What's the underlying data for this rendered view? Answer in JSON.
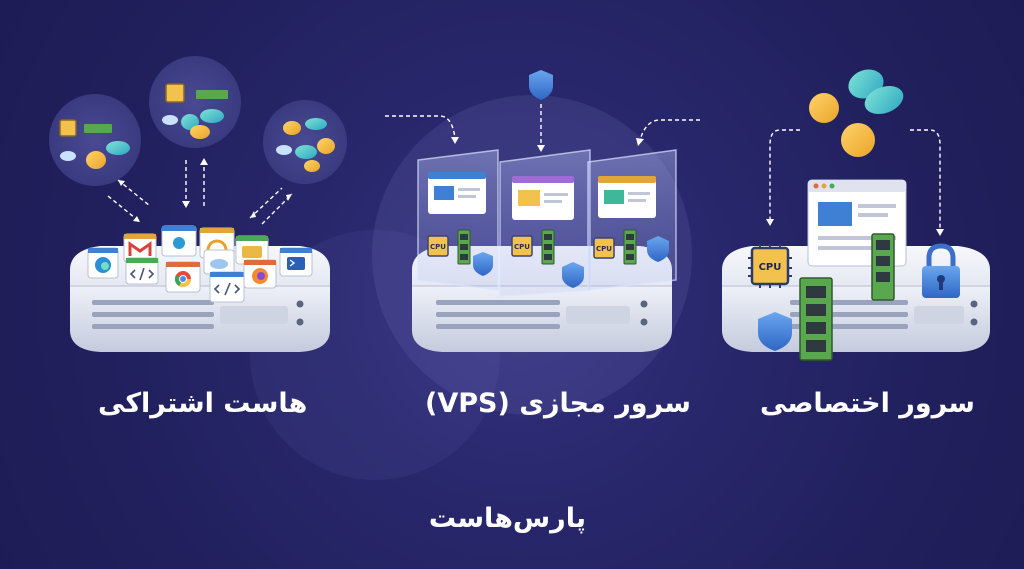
{
  "labels": {
    "shared": "هاست اشتراکی",
    "vps": "سرور مجازی (VPS)",
    "dedicated": "سرور اختصاصی"
  },
  "chips": {
    "cpu": "CPU"
  },
  "logo": {
    "text": "پارس‌هاست"
  },
  "colors": {
    "background": "#25246a",
    "server_body": "#e4e8f3",
    "accent_blue": "#3f7fd4",
    "coin_gold": "#f2b73d",
    "coin_teal": "#3fc8bf",
    "memory_green": "#5aa84e"
  },
  "icons": {
    "shared": [
      "edge-icon",
      "gmail-icon",
      "code-icon",
      "chrome-icon",
      "firefox-icon",
      "terminal-icon",
      "cloud-icon",
      "shield-icon"
    ],
    "vps": [
      "shield-icon",
      "cpu-icon",
      "memory-icon",
      "window-icon"
    ],
    "dedicated": [
      "lock-icon",
      "cpu-icon",
      "memory-icon",
      "shield-icon",
      "window-icon"
    ]
  }
}
